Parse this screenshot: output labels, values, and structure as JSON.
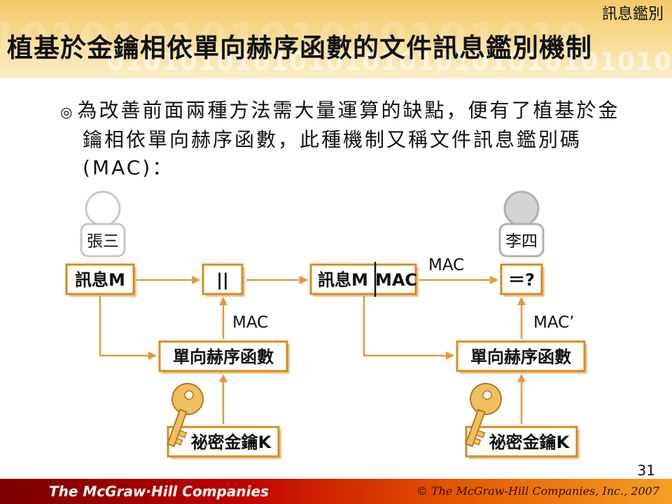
{
  "header": {
    "tag": "訊息鑑別",
    "title": "植基於金鑰相依單向赫序函數的文件訊息鑑別機制",
    "bits_pattern": "0101010101010101010101010101010"
  },
  "bullet": {
    "symbol": "◎",
    "line1": "為改善前面兩種方法需大量運算的缺點，便有了植基於金",
    "line2": "鑰相依單向赫序函數，此種機制又稱文件訊息鑑別碼",
    "line3": "(MAC)："
  },
  "diagram": {
    "sender_name": "張三",
    "receiver_name": "李四",
    "message_box": "訊息M",
    "concat_box": "||",
    "message_mac_box_left": "訊息M",
    "message_mac_box_right": "MAC",
    "compare_box": "＝?",
    "hash_box_left": "單向赫序函數",
    "hash_box_right": "單向赫序函數",
    "key_box_left": "祕密金鑰K",
    "key_box_right": "祕密金鑰K",
    "label_mac_up": "MAC",
    "label_mac_send": "MAC",
    "label_mac_prime": "MAC’",
    "colors": {
      "accent": "#e09a3d",
      "box_border": "#d88a1f",
      "key": "#f0c060"
    }
  },
  "footer": {
    "page_number": "31",
    "logo": "The McGraw·Hill Companies",
    "copyright": "© The McGraw-Hill Companies, Inc., 2007"
  }
}
